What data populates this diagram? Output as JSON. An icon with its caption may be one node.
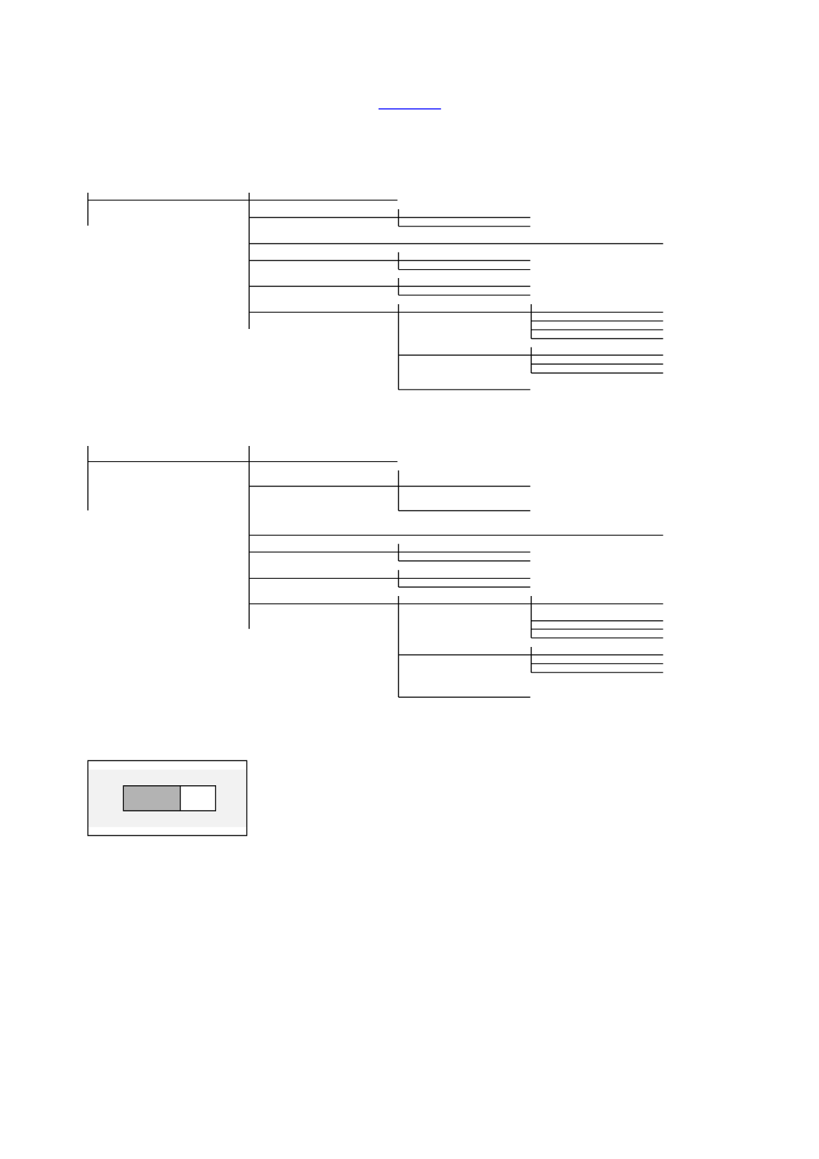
{
  "diagram": {
    "nodes": [
      {
        "text": [],
        "shape": "line"
      },
      {
        "text": [],
        "shape": "line"
      },
      {
        "text": [],
        "shape": "line"
      },
      {
        "text": [],
        "shape": "line"
      },
      {
        "text": [],
        "shape": "line"
      },
      {
        "text": [],
        "shape": "line"
      },
      {
        "text": [],
        "shape": "line"
      },
      {
        "text": [],
        "shape": "line"
      },
      {
        "text": [],
        "shape": "line"
      },
      {
        "text": [],
        "shape": "line"
      },
      {
        "text": [],
        "shape": "line"
      },
      {
        "text": [],
        "shape": "line"
      },
      {
        "text": [],
        "shape": "line"
      },
      {
        "text": [],
        "shape": "line"
      },
      {
        "text": [],
        "shape": "line"
      },
      {
        "text": [],
        "shape": "line"
      },
      {
        "text": [],
        "shape": "line"
      },
      {
        "text": [],
        "shape": "line"
      },
      {
        "text": [],
        "shape": "line"
      },
      {
        "text": [],
        "shape": "line"
      },
      {
        "text": [],
        "shape": "line"
      },
      {
        "text": [],
        "shape": "line"
      },
      {
        "text": [],
        "shape": "line"
      },
      {
        "text": [],
        "shape": "line"
      },
      {
        "text": [],
        "shape": "line"
      },
      {
        "text": [],
        "shape": "line"
      },
      {
        "text": [],
        "shape": "line"
      },
      {
        "text": [],
        "shape": "line"
      },
      {
        "text": [],
        "shape": "line"
      },
      {
        "text": [],
        "shape": "line"
      },
      {
        "text": [],
        "shape": "line"
      },
      {
        "text": [],
        "shape": "line"
      },
      {
        "text": [],
        "shape": "line"
      },
      {
        "text": [],
        "shape": "line"
      },
      {
        "text": [],
        "shape": "line"
      },
      {
        "text": [],
        "shape": "line"
      },
      {
        "text": [],
        "shape": "line"
      },
      {
        "text": [],
        "shape": "line"
      },
      {
        "text": [],
        "shape": "line"
      },
      {
        "text": [],
        "shape": "line"
      },
      {
        "text": [],
        "shape": "line"
      },
      {
        "text": [],
        "shape": "line"
      },
      {
        "text": [],
        "shape": "line"
      },
      {
        "text": [],
        "shape": "line"
      },
      {
        "text": [],
        "shape": "line"
      },
      {
        "text": [],
        "shape": "line"
      }
    ],
    "edges": [
      {
        "from": null,
        "to": 0,
        "arrow": "none"
      },
      {
        "from": 0,
        "to": 1,
        "arrow": "none"
      },
      {
        "from": 0,
        "to": 2,
        "arrow": "none"
      },
      {
        "from": 0,
        "to": 5,
        "arrow": "none"
      },
      {
        "from": 0,
        "to": 6,
        "arrow": "none"
      },
      {
        "from": 0,
        "to": 9,
        "arrow": "none"
      },
      {
        "from": 0,
        "to": 12,
        "arrow": "none"
      },
      {
        "from": 2,
        "to": 3,
        "arrow": "none"
      },
      {
        "from": 2,
        "to": 4,
        "arrow": "none"
      },
      {
        "from": 6,
        "to": 7,
        "arrow": "none"
      },
      {
        "from": 6,
        "to": 8,
        "arrow": "none"
      },
      {
        "from": 9,
        "to": 10,
        "arrow": "none"
      },
      {
        "from": 9,
        "to": 11,
        "arrow": "none"
      },
      {
        "from": 12,
        "to": 13,
        "arrow": "none"
      },
      {
        "from": 12,
        "to": 18,
        "arrow": "none"
      },
      {
        "from": 12,
        "to": 22,
        "arrow": "none"
      },
      {
        "from": 13,
        "to": 14,
        "arrow": "none"
      },
      {
        "from": 13,
        "to": 15,
        "arrow": "none"
      },
      {
        "from": 13,
        "to": 16,
        "arrow": "none"
      },
      {
        "from": 13,
        "to": 17,
        "arrow": "none"
      },
      {
        "from": 18,
        "to": 19,
        "arrow": "none"
      },
      {
        "from": 18,
        "to": 20,
        "arrow": "none"
      },
      {
        "from": 18,
        "to": 21,
        "arrow": "none"
      },
      {
        "from": null,
        "to": 23,
        "arrow": "none"
      },
      {
        "from": 23,
        "to": 24,
        "arrow": "none"
      },
      {
        "from": 23,
        "to": 25,
        "arrow": "none"
      },
      {
        "from": 23,
        "to": 28,
        "arrow": "none"
      },
      {
        "from": 23,
        "to": 29,
        "arrow": "none"
      },
      {
        "from": 23,
        "to": 32,
        "arrow": "none"
      },
      {
        "from": 23,
        "to": 35,
        "arrow": "none"
      },
      {
        "from": 25,
        "to": 26,
        "arrow": "none"
      },
      {
        "from": 25,
        "to": 27,
        "arrow": "none"
      },
      {
        "from": 29,
        "to": 30,
        "arrow": "none"
      },
      {
        "from": 29,
        "to": 31,
        "arrow": "none"
      },
      {
        "from": 32,
        "to": 33,
        "arrow": "none"
      },
      {
        "from": 32,
        "to": 34,
        "arrow": "none"
      },
      {
        "from": 35,
        "to": 36,
        "arrow": "none"
      },
      {
        "from": 35,
        "to": 41,
        "arrow": "none"
      },
      {
        "from": 35,
        "to": 45,
        "arrow": "none"
      },
      {
        "from": 36,
        "to": 37,
        "arrow": "none"
      },
      {
        "from": 36,
        "to": 38,
        "arrow": "none"
      },
      {
        "from": 36,
        "to": 39,
        "arrow": "none"
      },
      {
        "from": 36,
        "to": 40,
        "arrow": "none"
      },
      {
        "from": 41,
        "to": 42,
        "arrow": "none"
      },
      {
        "from": 41,
        "to": 43,
        "arrow": "none"
      },
      {
        "from": 41,
        "to": 44,
        "arrow": "none"
      }
    ]
  }
}
